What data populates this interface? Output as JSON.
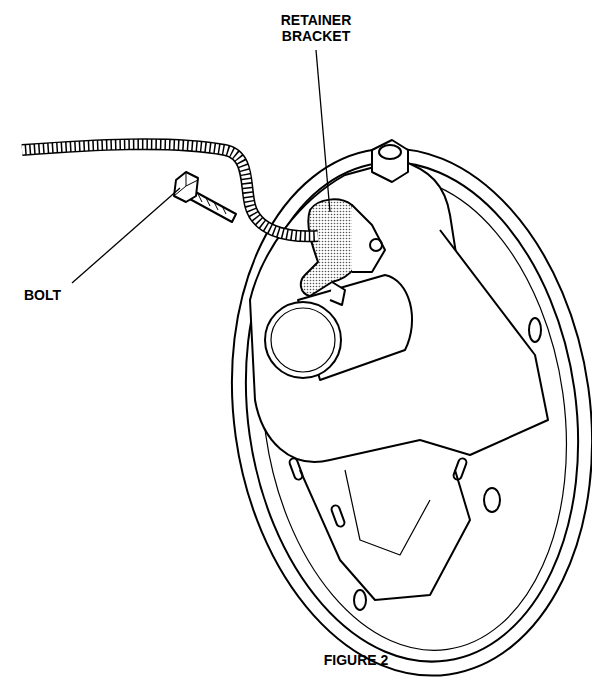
{
  "diagram": {
    "caption": "FIGURE 2",
    "labels": [
      "RETAINER BRACKET",
      "BOLT"
    ]
  }
}
